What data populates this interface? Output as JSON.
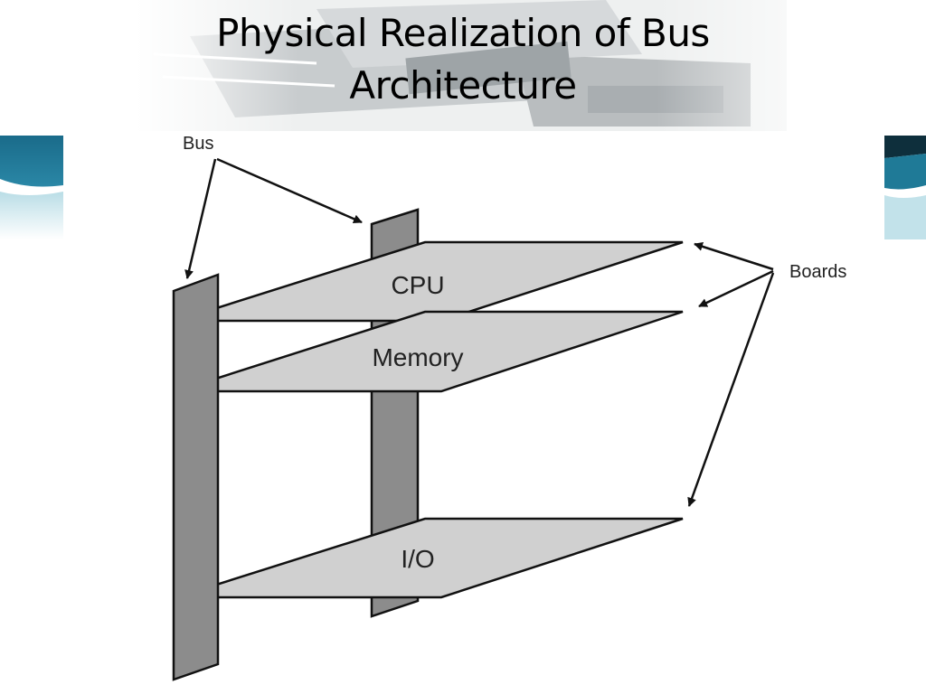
{
  "slide": {
    "title_line1": "Physical Realization of Bus",
    "title_line2": "Architecture"
  },
  "diagram": {
    "bus_label": "Bus",
    "boards_label": "Boards",
    "boards": [
      {
        "label": "CPU"
      },
      {
        "label": "Memory"
      },
      {
        "label": "I/O"
      }
    ]
  },
  "colors": {
    "bus_fill": "#8c8c8c",
    "board_fill": "#d0d0d0",
    "accent_teal": "#1f6e8c"
  }
}
